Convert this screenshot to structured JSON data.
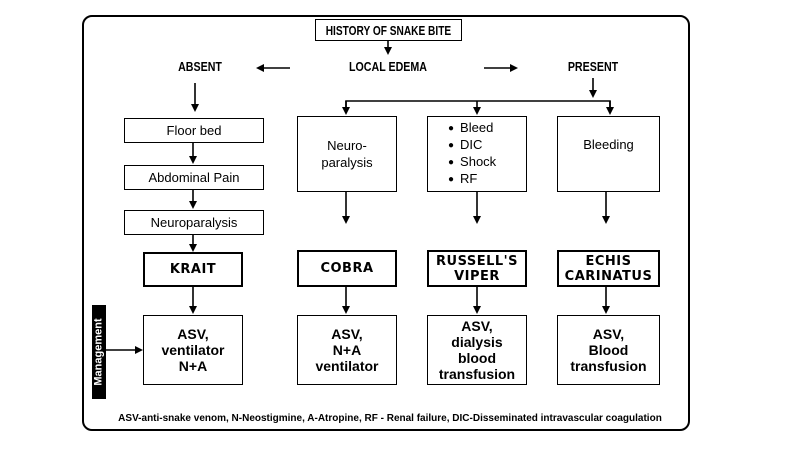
{
  "title": "HISTORY OF SNAKE BITE",
  "local_edema": "LOCAL EDEMA",
  "absent": "ABSENT",
  "present": "PRESENT",
  "krait_path": {
    "steps": [
      "Floor bed",
      "Abdominal Pain",
      "Neuroparalysis"
    ],
    "snake": "KRAIT",
    "management": [
      "ASV,",
      "ventilator",
      "N+A"
    ]
  },
  "cobra_path": {
    "symptom": [
      "Neuro-",
      "paralysis"
    ],
    "snake": "COBRA",
    "management": [
      "ASV,",
      "N+A",
      "ventilator"
    ]
  },
  "russells_path": {
    "symptoms": [
      "Bleed",
      "DIC",
      "Shock",
      "RF"
    ],
    "snake": [
      "RUSSELL'S",
      "VIPER"
    ],
    "management": [
      "ASV,",
      "dialysis",
      "blood",
      "transfusion"
    ]
  },
  "echis_path": {
    "symptom": "Bleeding",
    "snake": [
      "ECHIS",
      "CARINATUS"
    ],
    "management": [
      "ASV,",
      "Blood",
      "transfusion"
    ]
  },
  "management_label": "Management",
  "footnote": "ASV-anti-snake venom, N-Neostigmine, A-Atropine, RF - Renal failure, DIC-Disseminated intravascular coagulation"
}
